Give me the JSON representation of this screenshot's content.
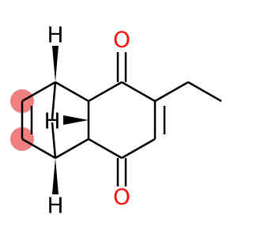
{
  "molecule": {
    "atoms": {
      "h_top": "H",
      "h_bridge": "H",
      "h_bottom": "H",
      "o_top": "O",
      "o_bottom": "O"
    }
  },
  "colors": {
    "bond": "#000000",
    "oxygen": "#ff0d0d",
    "hydrogen": "#000000",
    "highlight": "#f08080"
  }
}
